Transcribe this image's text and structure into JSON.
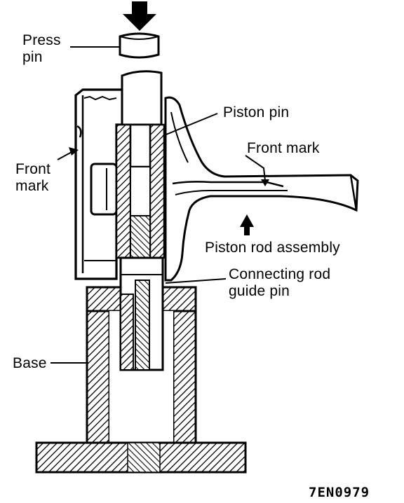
{
  "labels": {
    "press_pin": [
      "Press",
      "pin"
    ],
    "piston_pin": "Piston pin",
    "front_mark_right": "Front mark",
    "front_mark_left": [
      "Front",
      "mark"
    ],
    "piston_rod_assembly": "Piston rod assembly",
    "connecting_rod_guide_pin": [
      "Connecting rod",
      "guide pin"
    ],
    "base": "Base"
  },
  "figure_id": "7EN0979"
}
